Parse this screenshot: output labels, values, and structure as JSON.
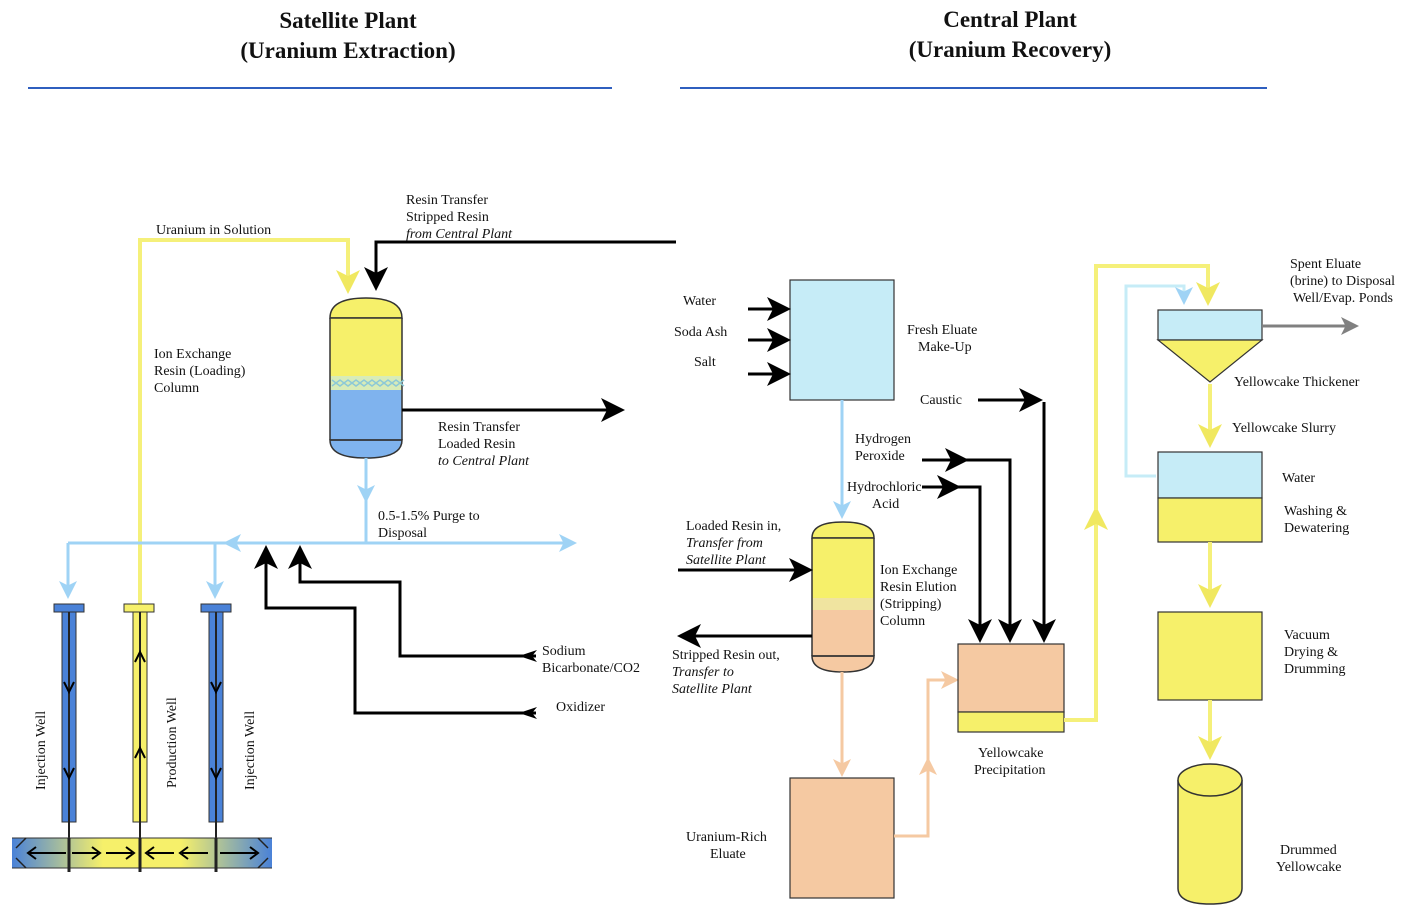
{
  "headings": {
    "satellite_title": "Satellite Plant",
    "satellite_subtitle": "(Uranium Extraction)",
    "central_title": "Central Plant",
    "central_subtitle": "(Uranium Recovery)"
  },
  "colors": {
    "yellow": "#f5f07a",
    "yellow_fill": "#f6f06a",
    "light_blue": "#9fd3f5",
    "blue": "#4a82d8",
    "tan": "#f5c9a2",
    "black": "#000000",
    "gray": "#808080",
    "heading_rule": "#2f5fbf"
  },
  "satellite": {
    "uranium_in_solution": "Uranium in Solution",
    "resin_transfer_stripped": [
      "Resin Transfer",
      "Stripped Resin",
      "from Central Plant"
    ],
    "ion_exchange_loading": [
      "Ion Exchange",
      "Resin (Loading)",
      "Column"
    ],
    "resin_transfer_loaded": [
      "Resin Transfer",
      "Loaded Resin",
      "to Central Plant"
    ],
    "purge": [
      "0.5-1.5% Purge to",
      "Disposal"
    ],
    "sodium_bicarbonate": [
      "Sodium",
      "Bicarbonate/CO2"
    ],
    "oxidizer": "Oxidizer",
    "wells": {
      "injection_left": "Injection Well",
      "production": "Production Well",
      "injection_right": "Injection Well"
    }
  },
  "central": {
    "water_in": "Water",
    "soda_ash": "Soda Ash",
    "salt": "Salt",
    "fresh_eluate": [
      "Fresh Eluate",
      "Make-Up"
    ],
    "caustic": "Caustic",
    "hydrogen_peroxide": [
      "Hydrogen",
      "Peroxide"
    ],
    "hydrochloric_acid": [
      "Hydrochloric",
      "Acid"
    ],
    "loaded_resin_in": [
      "Loaded Resin in,",
      "Transfer from",
      "Satellite Plant"
    ],
    "ion_exchange_elution": [
      "Ion Exchange",
      "Resin Elution",
      "(Stripping)",
      "Column"
    ],
    "stripped_resin_out": [
      "Stripped Resin out,",
      "Transfer to",
      "Satellite Plant"
    ],
    "uranium_rich_eluate": [
      "Uranium-Rich",
      "Eluate"
    ],
    "yellowcake_precipitation": [
      "Yellowcake",
      "Precipitation"
    ],
    "spent_eluate": [
      "Spent Eluate",
      "(brine) to Disposal",
      "Well/Evap. Ponds"
    ],
    "yellowcake_thickener": "Yellowcake Thickener",
    "yellowcake_slurry": "Yellowcake Slurry",
    "water_wash": "Water",
    "washing_dewatering": [
      "Washing &",
      "Dewatering"
    ],
    "vacuum_drying": [
      "Vacuum",
      "Drying &",
      "Drumming"
    ],
    "drummed_yellowcake": [
      "Drummed",
      "Yellowcake"
    ]
  }
}
